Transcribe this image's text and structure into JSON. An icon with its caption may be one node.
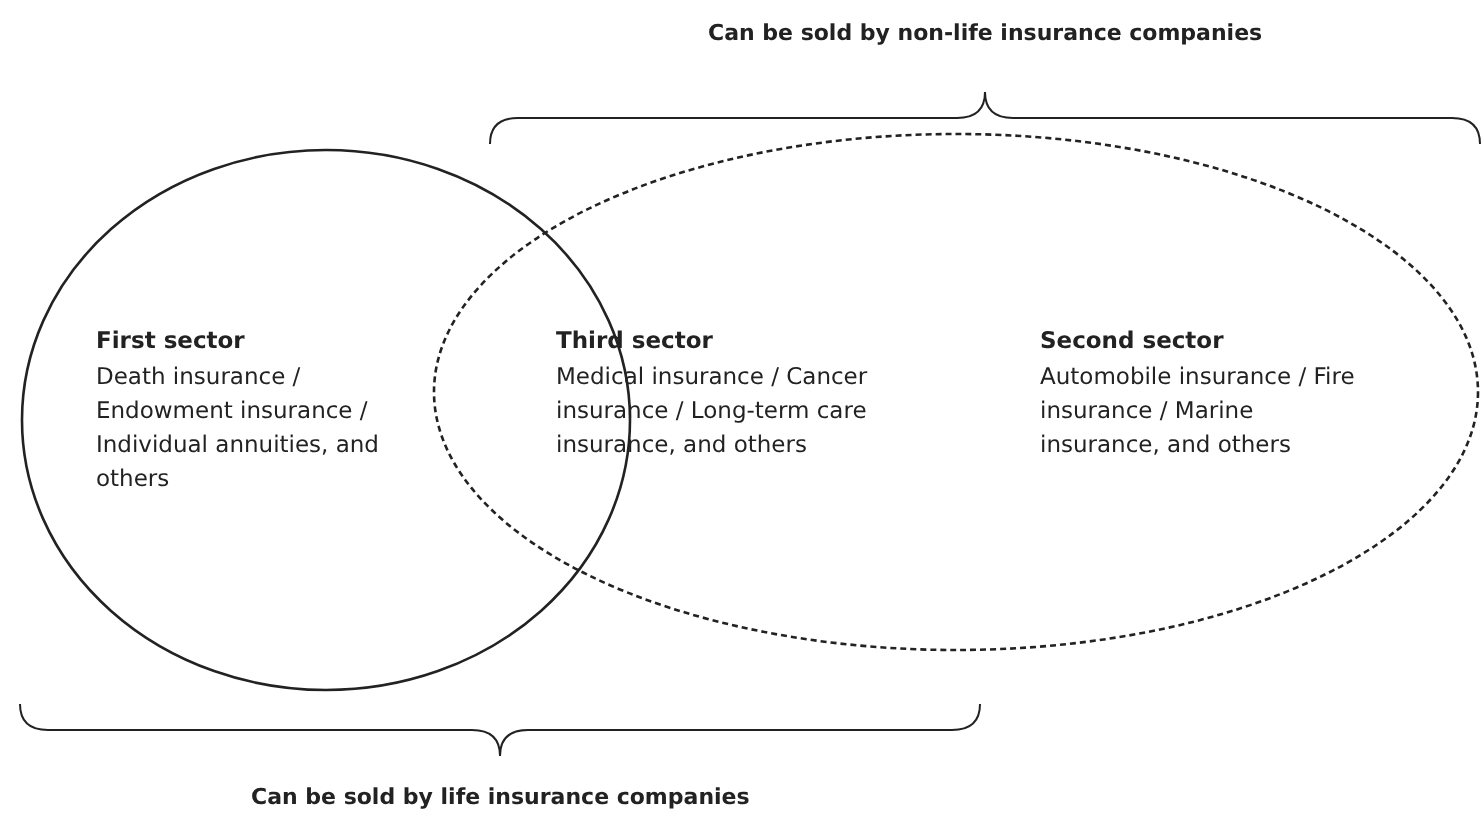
{
  "diagram": {
    "nodes": [
      {
        "text": [
          "First sector",
          "Death insurance / Endowment insurance / Individual annuities, and others"
        ]
      },
      {
        "text": [
          "Second sector",
          "Automobile insurance / Fire insurance / Marine insurance, and others"
        ]
      },
      {
        "text": [
          "Third sector",
          "Medical insurance / Cancer insurance / Long-term care insurance, and others"
        ],
        "in": 1
      }
    ],
    "edges": [],
    "labels": [
      "Can be sold by non-life insurance companies",
      "Can be sold by life insurance companies"
    ]
  }
}
